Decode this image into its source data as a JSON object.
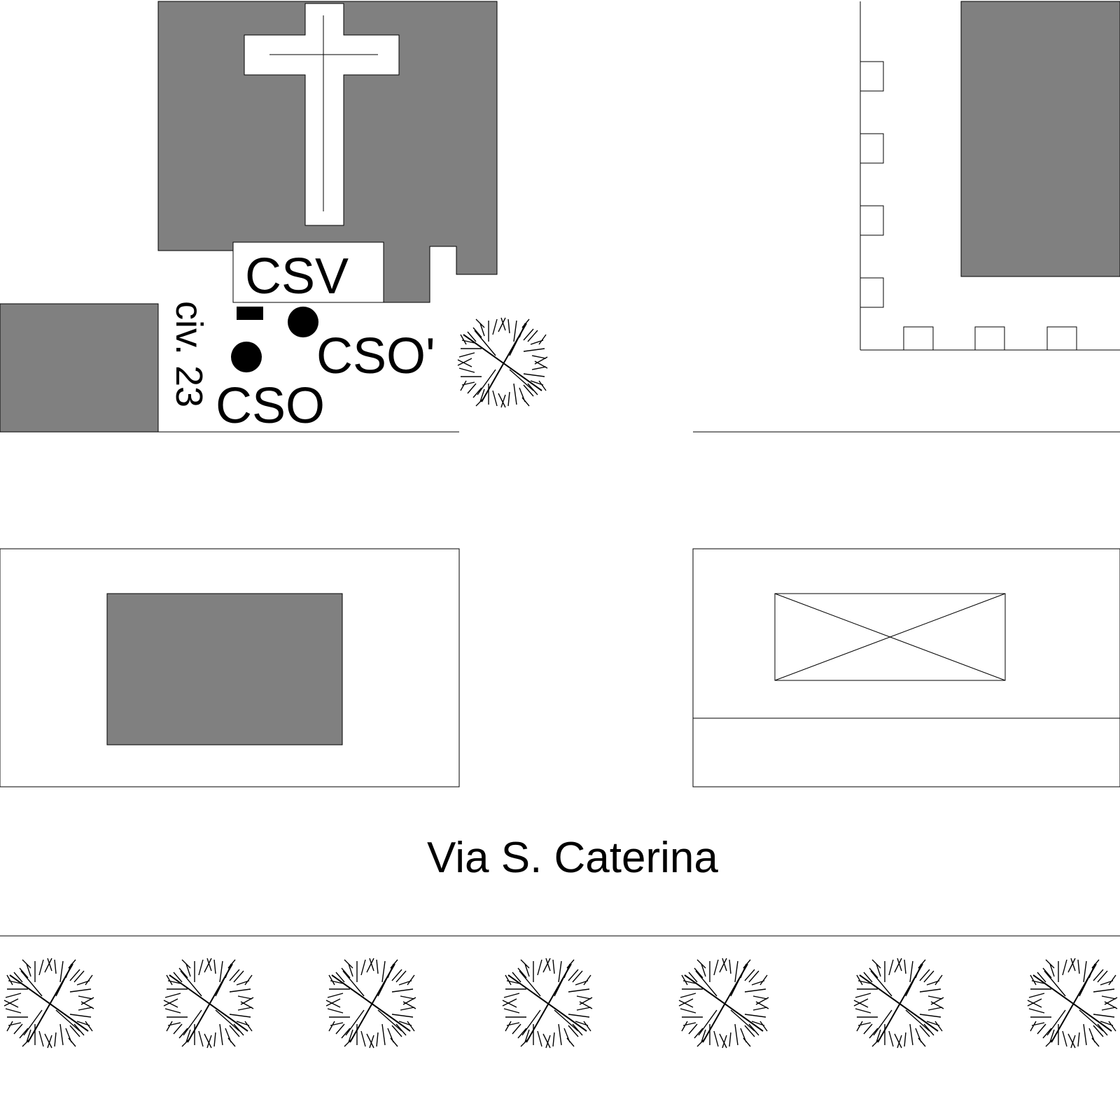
{
  "labels": {
    "csv": "CSV",
    "cso_prime": "CSO'",
    "cso": "CSO",
    "civic_number": "civ. 23",
    "street_name": "Via S. Caterina"
  },
  "symbols": {
    "church": "cross-icon",
    "tree": "tree-icon",
    "monitoring_point": "filled-circle",
    "marker": "black-rectangle"
  },
  "colors": {
    "building": "#808080",
    "line": "#000000",
    "background": "#ffffff",
    "cross": "#ffffff"
  }
}
